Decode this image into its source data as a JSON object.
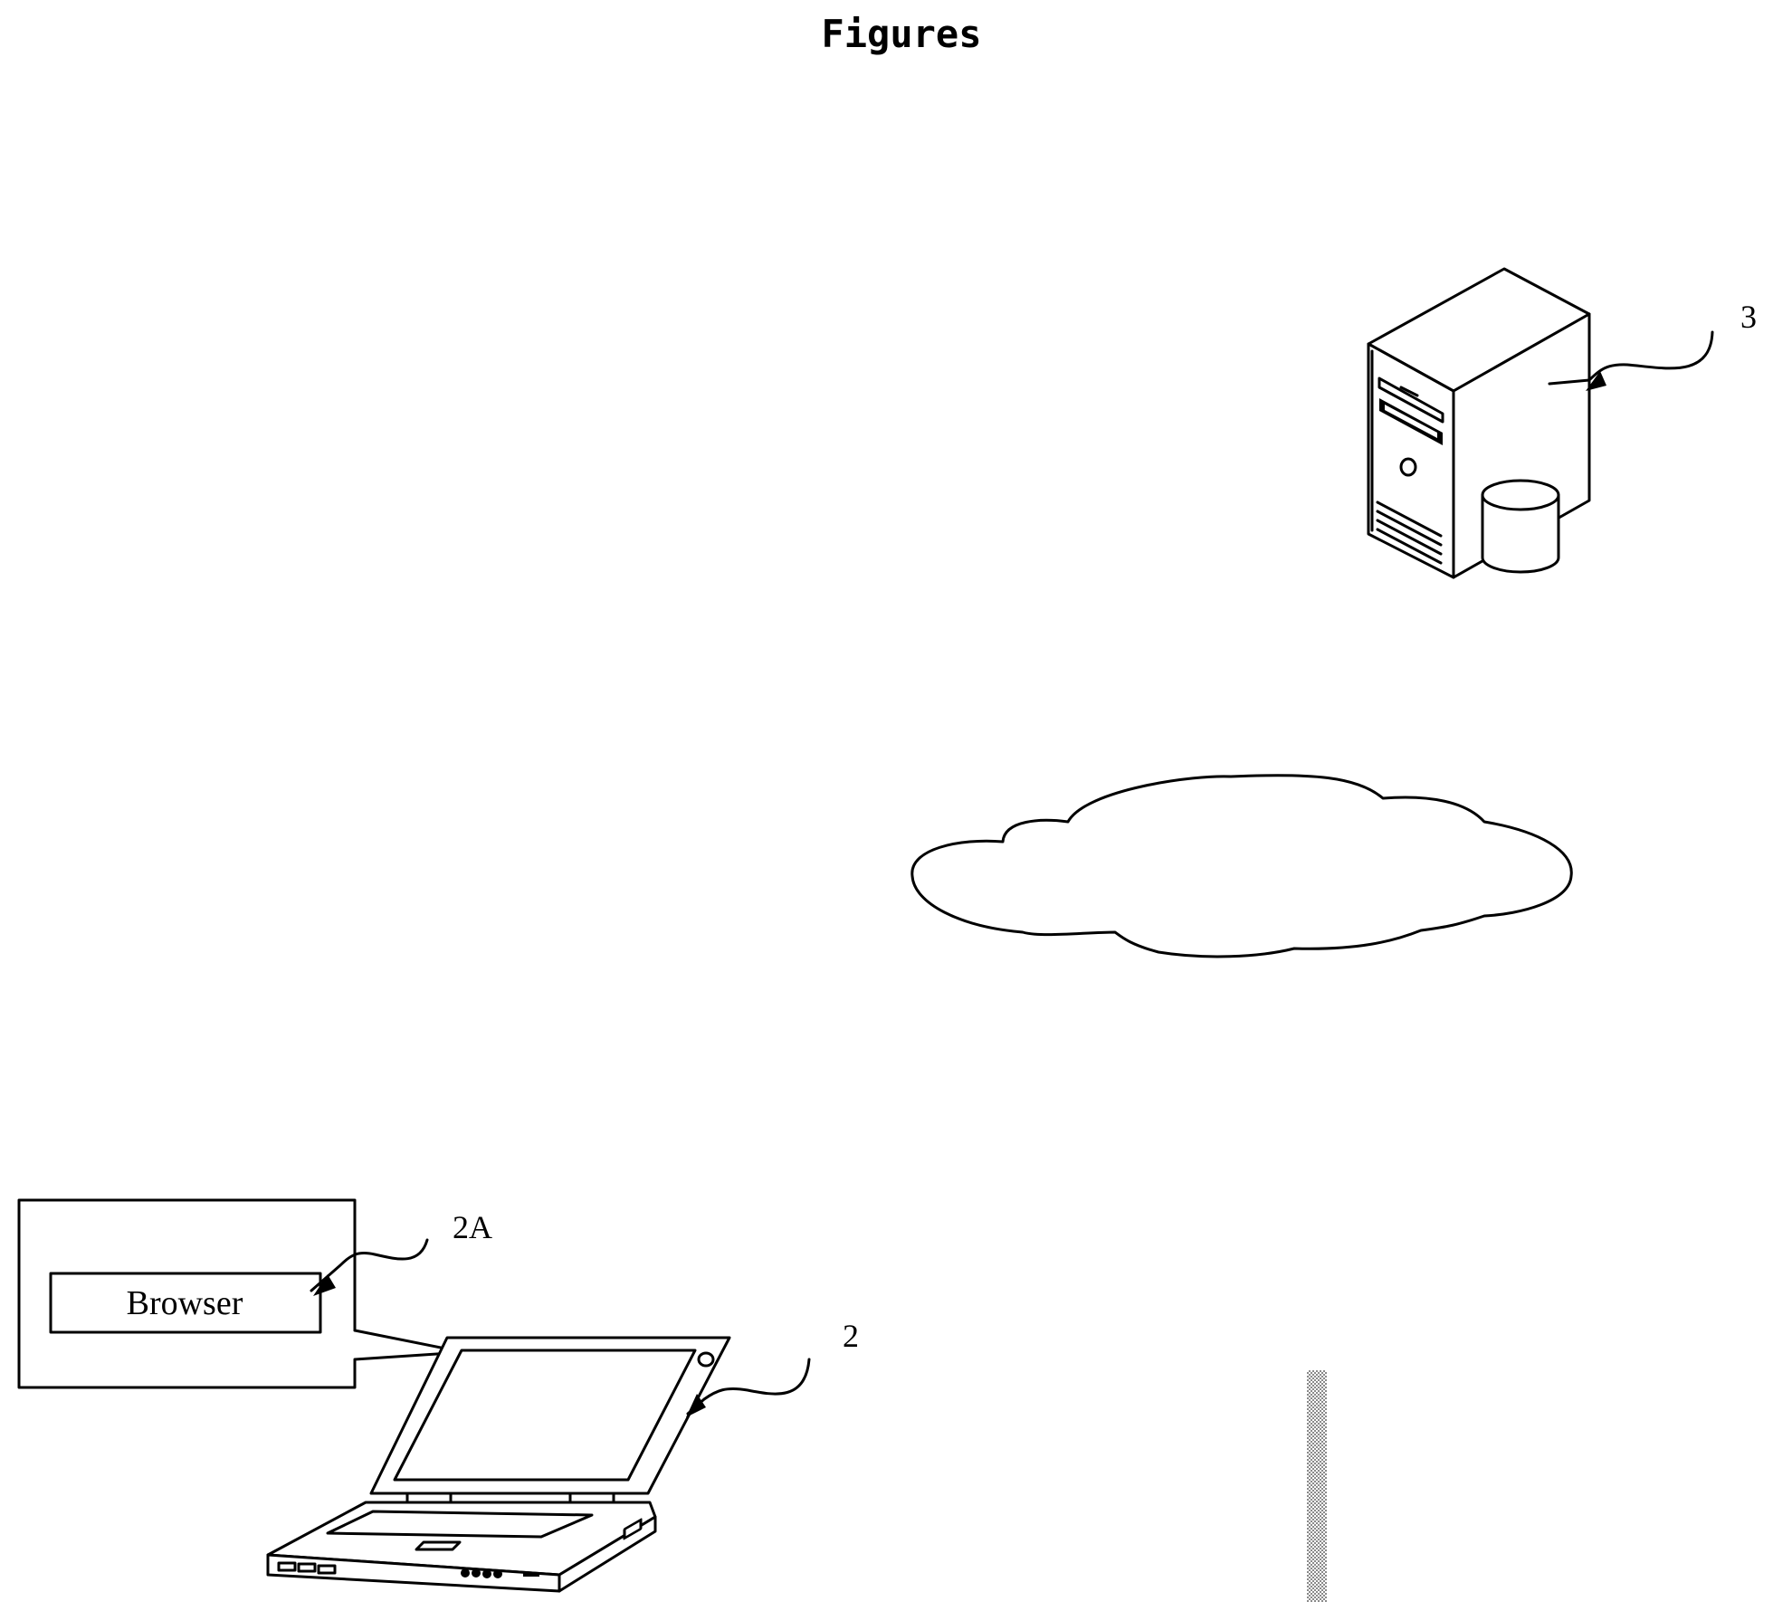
{
  "figure": {
    "title": "Figures",
    "server": {
      "ref": "3"
    },
    "network": {
      "ref": ""
    },
    "terminal": {
      "ref": "2"
    },
    "browser_panel": {
      "ref": "2A",
      "browser_label": "Browser"
    }
  },
  "colors": {
    "line": "#000000",
    "background": "#ffffff",
    "stipple": "#9a9a9a"
  },
  "icons": [
    "server-icon",
    "database-icon",
    "cloud-icon",
    "laptop-icon"
  ]
}
